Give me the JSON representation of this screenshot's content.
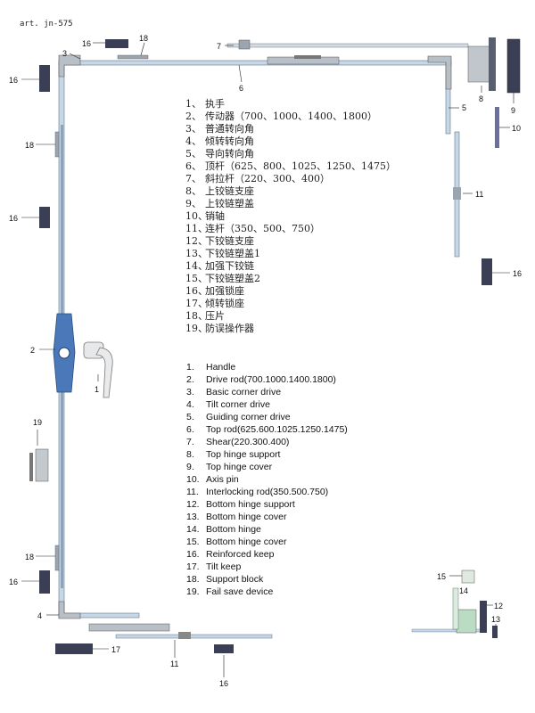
{
  "header": {
    "article": "art. jn-575"
  },
  "cn_items": [
    {
      "n": "1、",
      "t": "执手"
    },
    {
      "n": "2、",
      "t": "传动器（700、1000、1400、1800）"
    },
    {
      "n": "3、",
      "t": "普通转向角"
    },
    {
      "n": "4、",
      "t": "倾转转向角"
    },
    {
      "n": "5、",
      "t": "导向转向角"
    },
    {
      "n": "6、",
      "t": "顶杆（625、800、1025、1250、1475）"
    },
    {
      "n": "7、",
      "t": "斜拉杆（220、300、400）"
    },
    {
      "n": "8、",
      "t": "上铰链支座"
    },
    {
      "n": "9、",
      "t": "上铰链塑盖"
    },
    {
      "n": "10、",
      "t": "销轴"
    },
    {
      "n": "11、",
      "t": "连杆（350、500、750）"
    },
    {
      "n": "12、",
      "t": "下铰链支座"
    },
    {
      "n": "13、",
      "t": "下铰链塑盖1"
    },
    {
      "n": "14、",
      "t": "加强下铰链"
    },
    {
      "n": "15、",
      "t": "下铰链塑盖2"
    },
    {
      "n": "16、",
      "t": "加强锁座"
    },
    {
      "n": "17、",
      "t": "倾转锁座"
    },
    {
      "n": "18、",
      "t": "压片"
    },
    {
      "n": "19、",
      "t": "防误操作器"
    }
  ],
  "en_items": [
    {
      "n": "1.",
      "t": "Handle"
    },
    {
      "n": "2.",
      "t": "Drive rod(700.1000.1400.1800)"
    },
    {
      "n": "3.",
      "t": "Basic corner drive"
    },
    {
      "n": "4.",
      "t": "Tilt corner drive"
    },
    {
      "n": "5.",
      "t": "Guiding corner drive"
    },
    {
      "n": "6.",
      "t": "Top rod(625.600.1025.1250.1475)"
    },
    {
      "n": "7.",
      "t": "Shear(220.300.400)"
    },
    {
      "n": "8.",
      "t": "Top hinge support"
    },
    {
      "n": "9.",
      "t": "Top hinge cover"
    },
    {
      "n": "10.",
      "t": "Axis pin"
    },
    {
      "n": "11.",
      "t": "Interlocking rod(350.500.750)"
    },
    {
      "n": "12.",
      "t": "Bottom hinge support"
    },
    {
      "n": "13.",
      "t": "Bottom hinge cover"
    },
    {
      "n": "14.",
      "t": "Bottom hinge"
    },
    {
      "n": "15.",
      "t": "Bottom hinge cover"
    },
    {
      "n": "16.",
      "t": "Reinforced keep"
    },
    {
      "n": "17.",
      "t": "Tilt keep"
    },
    {
      "n": "18.",
      "t": "Support block"
    },
    {
      "n": "19.",
      "t": "Fail save device"
    }
  ],
  "callouts": {
    "c1": "1",
    "c2": "2",
    "c3": "3",
    "c4": "4",
    "c5": "5",
    "c6": "6",
    "c7": "7",
    "c8": "8",
    "c9": "9",
    "c10": "10",
    "c11a": "11",
    "c11b": "11",
    "c12": "12",
    "c13": "13",
    "c14": "14",
    "c15": "15",
    "c16a": "16",
    "c16b": "16",
    "c16c": "16",
    "c16d": "16",
    "c16e": "16",
    "c16f": "16",
    "c17": "17",
    "c18a": "18",
    "c18b": "18",
    "c18c": "18",
    "c19": "19"
  },
  "colors": {
    "rod": "#c9d6e3",
    "rod_edge": "#5d7590",
    "keep": "#3b3f55",
    "gear": "#4a78b8",
    "metal": "#b8bfc6"
  }
}
